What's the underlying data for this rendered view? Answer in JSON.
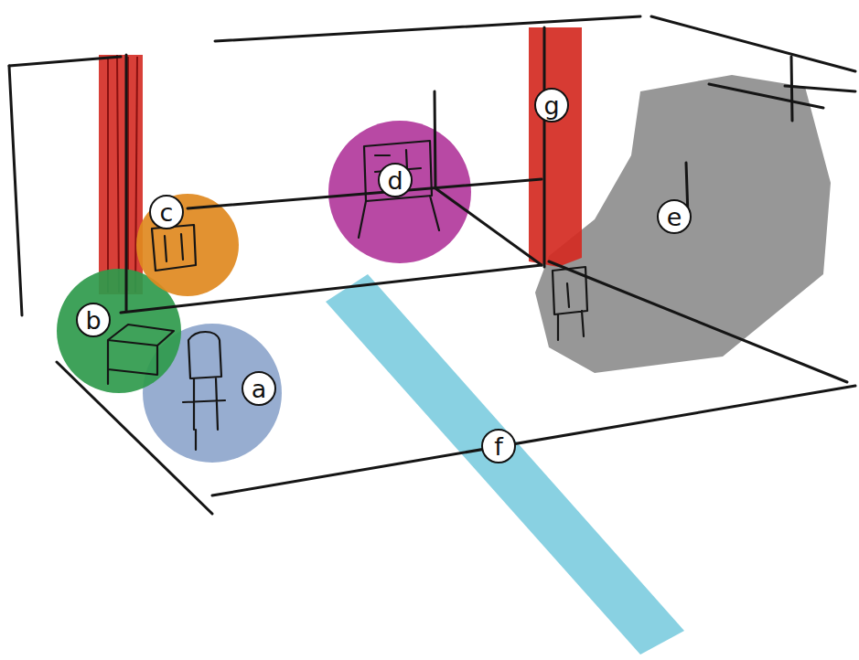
{
  "diagram": {
    "nodes": [
      {
        "text": [
          "a"
        ]
      },
      {
        "text": [
          "b"
        ]
      },
      {
        "text": [
          "c"
        ]
      },
      {
        "text": [
          "d"
        ]
      },
      {
        "text": [
          "e"
        ]
      },
      {
        "text": [
          "f"
        ]
      },
      {
        "text": [
          "g"
        ]
      }
    ]
  }
}
